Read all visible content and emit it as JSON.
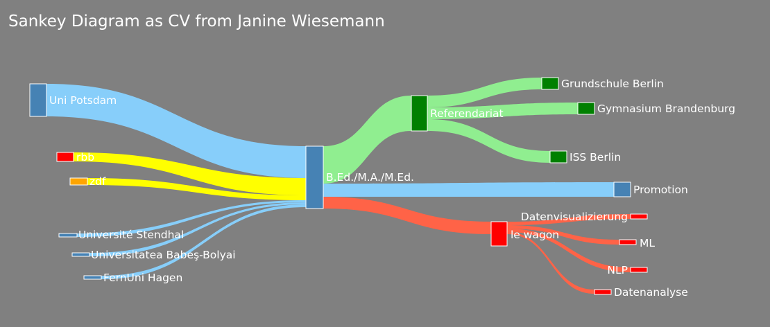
{
  "title": "Sankey Diagram as CV from Janine Wiesemann",
  "colors": {
    "background": "#808080",
    "link_blue": "#87CEFA",
    "link_yellow": "#FFFF00",
    "link_green": "#90EE90",
    "link_red": "#FF6347",
    "node_blue": "#4682B4",
    "node_green": "#008000",
    "node_red": "#FF0000",
    "node_orange": "#FFA500"
  },
  "nodes": {
    "uni_potsdam": "Uni Potsdam",
    "rbb": "rbb",
    "zdf": "zdf",
    "universite_stendhal": "Université Stendhal",
    "universitatea_babes_bolyai": "Universitatea Babeş-Bolyai",
    "fernuni_hagen": "FernUni Hagen",
    "bed_ma_med": "B.Ed./M.A./M.Ed.",
    "referendariat": "Referendariat",
    "grundschule_berlin": "Grundschule Berlin",
    "gymnasium_brandenburg": "Gymnasium Brandenburg",
    "iss_berlin": "ISS Berlin",
    "promotion": "Promotion",
    "le_wagon": "le wagon",
    "datenvisualizierung": "Datenvisualizierung",
    "ml": "ML",
    "nlp": "NLP",
    "datenanalyse": "Datenanalyse"
  }
}
